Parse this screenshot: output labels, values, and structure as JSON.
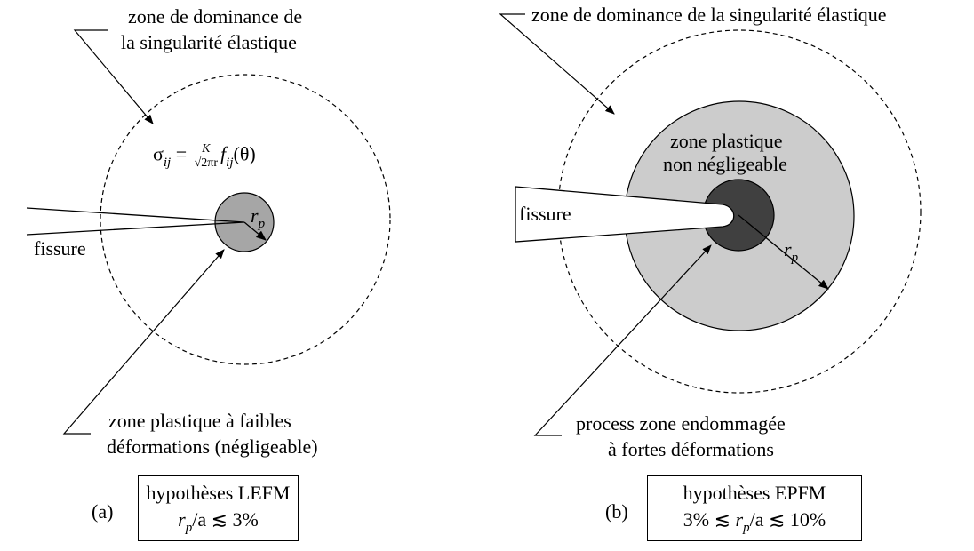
{
  "panel_a": {
    "marker": "(a)",
    "label_dominance_line1": "zone de dominance de",
    "label_dominance_line2": "la singularité élastique",
    "formula": {
      "lhs_symbol": "σ",
      "lhs_sub": "ij",
      "eq": " = ",
      "frac_num": "K",
      "frac_den": "√2πr",
      "fn": "f",
      "fn_sub": "ij",
      "fn_arg": "(θ)"
    },
    "label_crack": "fissure",
    "label_rp": "r",
    "label_rp_sub": "p",
    "label_plastic_line1": "zone plastique à faibles",
    "label_plastic_line2": "déformations (négligeable)",
    "box_line1": "hypothèses LEFM",
    "box_line2_var": "r",
    "box_line2_sub": "p",
    "box_line2_rest": "/a ≲ 3%",
    "colors": {
      "plastic_zone": "#a6a6a6"
    }
  },
  "panel_b": {
    "marker": "(b)",
    "label_dominance": "zone de dominance de la singularité élastique",
    "label_plastic_line1": "zone plastique",
    "label_plastic_line2": "non négligeable",
    "label_crack": "fissure",
    "label_rp": "r",
    "label_rp_sub": "p",
    "label_process_line1": "process zone endommagée",
    "label_process_line2": "à fortes déformations",
    "box_line1": "hypothèses EPFM",
    "box_line2_pre": "3% ≲ ",
    "box_line2_var": "r",
    "box_line2_sub": "p",
    "box_line2_rest": "/a ≲ 10%",
    "colors": {
      "plastic_zone": "#cccccc",
      "process_zone": "#404040"
    }
  }
}
